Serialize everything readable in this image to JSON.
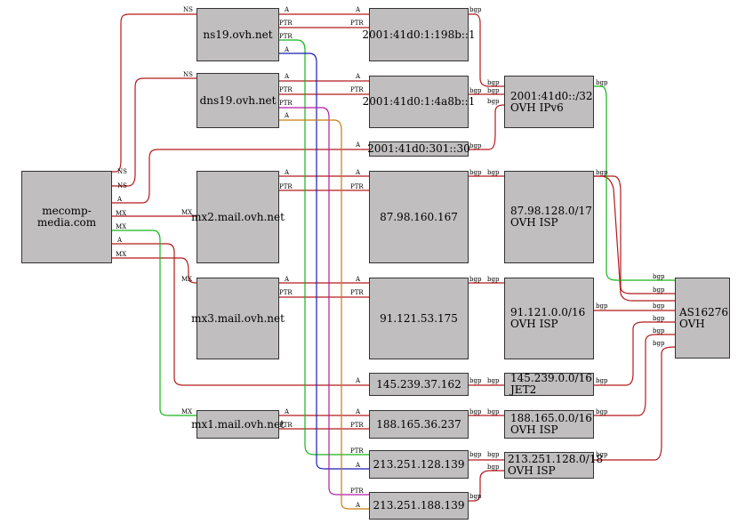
{
  "colors": {
    "red": "#b3191c",
    "green": "#17b31a",
    "blue": "#1b1bb3",
    "magenta": "#b319a8",
    "orange": "#c77b12",
    "node_fill": "#c0bebf"
  },
  "nodes": {
    "mecomp": "mecomp-media.com",
    "ns19": "ns19.ovh.net",
    "dns19": "dns19.ovh.net",
    "mx2": "mx2.mail.ovh.net",
    "mx3": "mx3.mail.ovh.net",
    "mx1": "mx1.mail.ovh.net",
    "ip6_198b": "2001:41d0:1:198b::1",
    "ip6_4a8b": "2001:41d0:1:4a8b::1",
    "ip6_301": "2001:41d0:301::30",
    "ip_87": "87.98.160.167",
    "ip_91": "91.121.53.175",
    "ip_145": "145.239.37.162",
    "ip_188": "188.165.36.237",
    "ip_213_128": "213.251.128.139",
    "ip_213_188": "213.251.188.139",
    "net_ovh_ipv6": "2001:41d0::/32\nOVH IPv6",
    "net_87": "87.98.128.0/17\nOVH ISP",
    "net_91": "91.121.0.0/16\nOVH ISP",
    "net_145": "145.239.0.0/16\nJET2",
    "net_188": "188.165.0.0/16\nOVH ISP",
    "net_213": "213.251.128.0/18\nOVH ISP",
    "as16276": "AS16276\nOVH"
  },
  "edge_labels": {
    "ns": "NS",
    "a": "A",
    "mx": "MX",
    "ptr": "PTR",
    "bgp": "bgp"
  }
}
